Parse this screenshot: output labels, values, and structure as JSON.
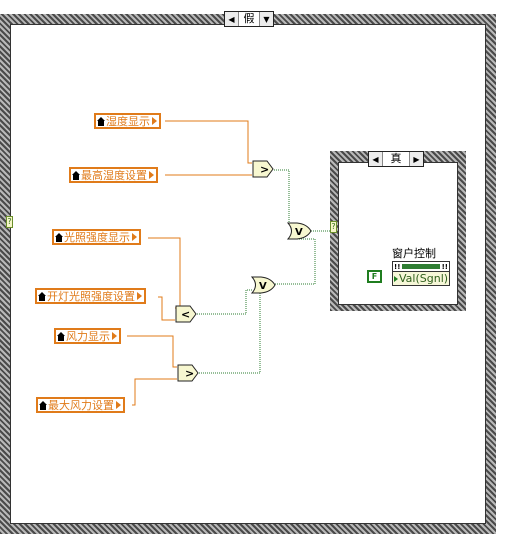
{
  "outer_case": {
    "selector_label": "假",
    "tunnel_label": "?"
  },
  "inner_case": {
    "selector_label": "真",
    "tunnel_label": "?"
  },
  "locals": [
    {
      "id": "humidity-display",
      "label": "湿度显示"
    },
    {
      "id": "max-humidity-setting",
      "label": "最高湿度设置"
    },
    {
      "id": "light-intensity-display",
      "label": "光照强度显示"
    },
    {
      "id": "light-on-intensity-setting",
      "label": "开灯光照强度设置"
    },
    {
      "id": "wind-display",
      "label": "风力显示"
    },
    {
      "id": "max-wind-setting",
      "label": "最大风力设置"
    }
  ],
  "operators": {
    "greater": ">",
    "less": "<",
    "or": "V"
  },
  "property_node": {
    "control_name": "窗户控制",
    "property": "Val(Sgnl)",
    "header_mark": "!!"
  },
  "boolean_constant": "F",
  "colors": {
    "wire_bool": "#2e7d32",
    "wire_numeric": "#e07b1a",
    "border": "#e07b1a"
  }
}
